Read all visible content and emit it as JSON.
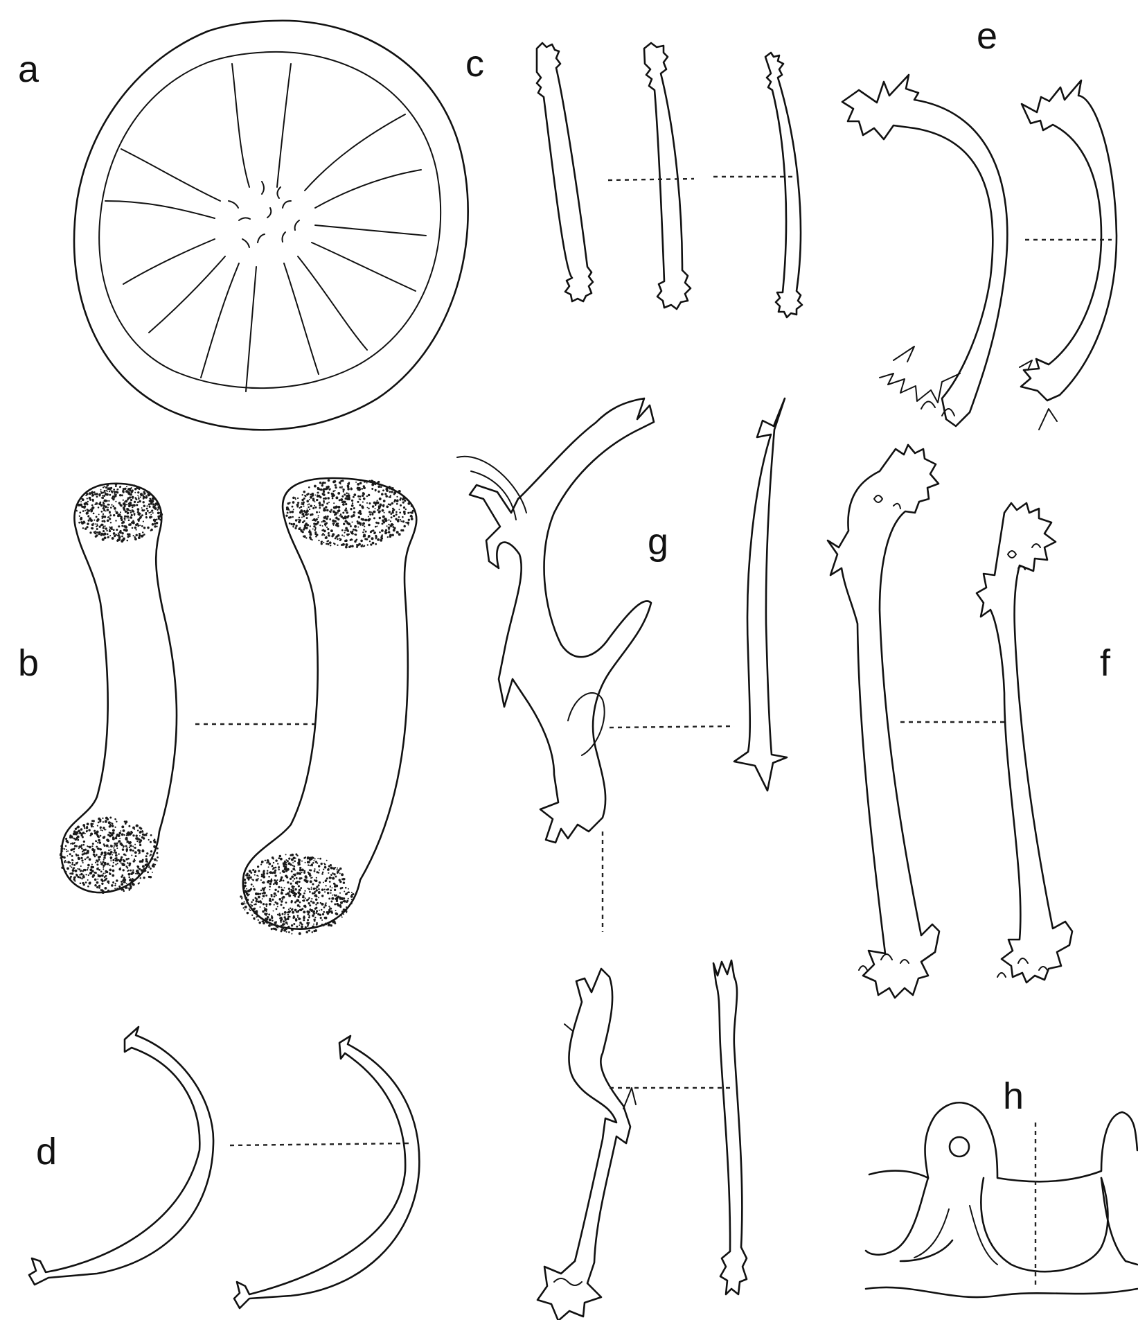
{
  "figure": {
    "panels": [
      {
        "id": "a",
        "label": "a"
      },
      {
        "id": "b",
        "label": "b"
      },
      {
        "id": "c",
        "label": "c"
      },
      {
        "id": "d",
        "label": "d"
      },
      {
        "id": "e",
        "label": "e"
      },
      {
        "id": "f",
        "label": "f"
      },
      {
        "id": "g",
        "label": "g"
      },
      {
        "id": "h",
        "label": "h"
      }
    ],
    "ink_color": "#111111",
    "background_color": "#ffffff"
  }
}
